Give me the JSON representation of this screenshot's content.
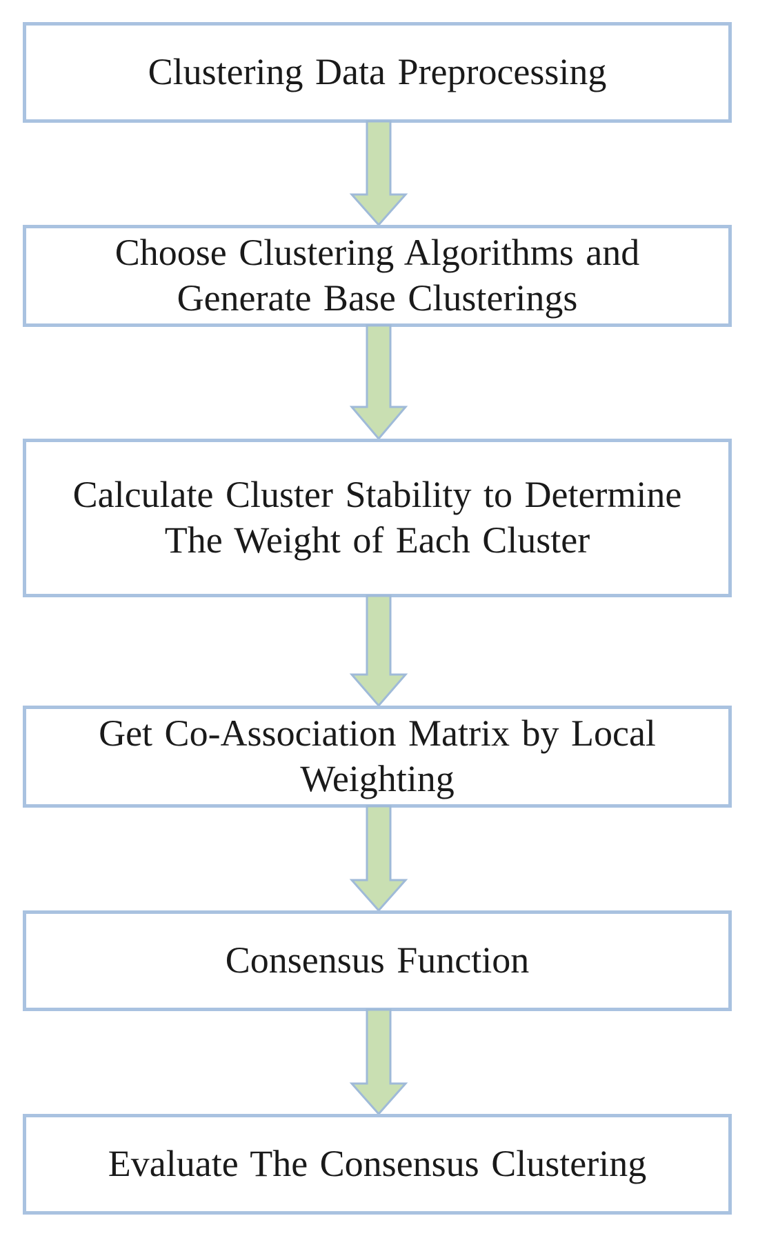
{
  "colors": {
    "box_border": "#a9c2e0",
    "arrow_fill": "#c9dfb2",
    "arrow_stroke": "#9fbad8"
  },
  "steps": [
    {
      "label": "Clustering  Data  Preprocessing"
    },
    {
      "label": "Choose  Clustering  Algorithms  and\nGenerate Base Clusterings"
    },
    {
      "label": "Calculate Cluster Stability  to Determine\nThe  Weight  of Each Cluster"
    },
    {
      "label": "Get  Co-Association  Matrix  by  Local\nWeighting"
    },
    {
      "label": "Consensus Function"
    },
    {
      "label": "Evaluate The Consensus Clustering"
    }
  ],
  "arrows": [
    {
      "icon": "down-arrow-icon"
    },
    {
      "icon": "down-arrow-icon"
    },
    {
      "icon": "down-arrow-icon"
    },
    {
      "icon": "down-arrow-icon"
    },
    {
      "icon": "down-arrow-icon"
    }
  ]
}
